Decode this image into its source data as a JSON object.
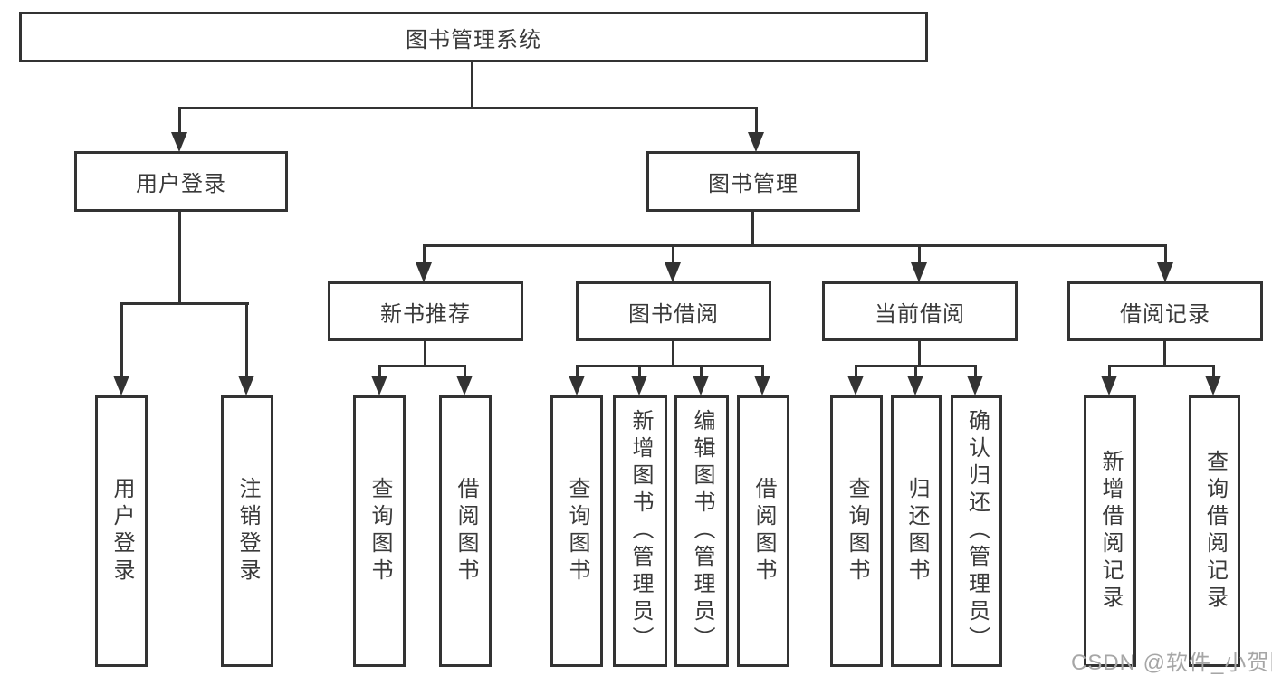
{
  "diagram": {
    "root": {
      "label": "图书管理系统"
    },
    "level2": [
      {
        "label": "用户登录"
      },
      {
        "label": "图书管理"
      }
    ],
    "level3": [
      {
        "label": "新书推荐"
      },
      {
        "label": "图书借阅"
      },
      {
        "label": "当前借阅"
      },
      {
        "label": "借阅记录"
      }
    ],
    "leaves": [
      {
        "label": "用户登录"
      },
      {
        "label": "注销登录"
      },
      {
        "label": "查询图书"
      },
      {
        "label": "借阅图书"
      },
      {
        "label": "查询图书"
      },
      {
        "label": "新增图书（管理员）"
      },
      {
        "label": "编辑图书（管理员）"
      },
      {
        "label": "借阅图书"
      },
      {
        "label": "查询图书"
      },
      {
        "label": "归还图书"
      },
      {
        "label": "确认归还（管理员）"
      },
      {
        "label": "新增借阅记录"
      },
      {
        "label": "查询借阅记录"
      }
    ],
    "watermark": "CSDN @软件_小贺同学",
    "colors": {
      "line": "#333333",
      "text": "#3a3a3a",
      "watermark": "#a6a6a6",
      "background": "#ffffff"
    }
  }
}
